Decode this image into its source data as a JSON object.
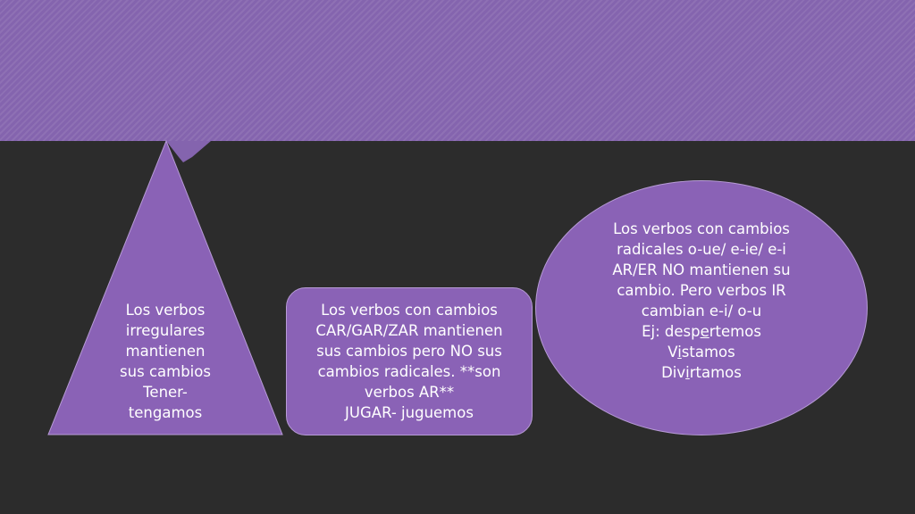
{
  "colors": {
    "background": "#2c2c2c",
    "banner": "#8464ae",
    "shape_fill": "#8a62b6",
    "shape_border": "#b79bd6",
    "text": "#ffffff"
  },
  "triangle": {
    "lines": [
      "Los verbos",
      "irregulares",
      "mantienen",
      "sus cambios",
      "Tener-",
      "tengamos"
    ]
  },
  "box": {
    "lines": [
      "Los verbos con cambios",
      "CAR/GAR/ZAR mantienen",
      "sus cambios pero NO sus",
      "cambios radicales. **son",
      "verbos AR**",
      "JUGAR- juguemos"
    ]
  },
  "ellipse": {
    "lines": [
      "Los verbos con cambios",
      "radicales o-ue/ e-ie/ e-i",
      "AR/ER NO mantienen su",
      "cambio.  Pero verbos IR",
      "cambian e-i/ o-u"
    ],
    "example_label": "Ej: despertemos",
    "example_parts": {
      "pre": "Ej: desp",
      "under": "e",
      "post": "rtemos"
    },
    "word2_parts": {
      "pre": "V",
      "under": "i",
      "post": "stamos"
    },
    "word3_parts": {
      "pre": "Div",
      "under": "i",
      "post": "rtamos"
    }
  }
}
